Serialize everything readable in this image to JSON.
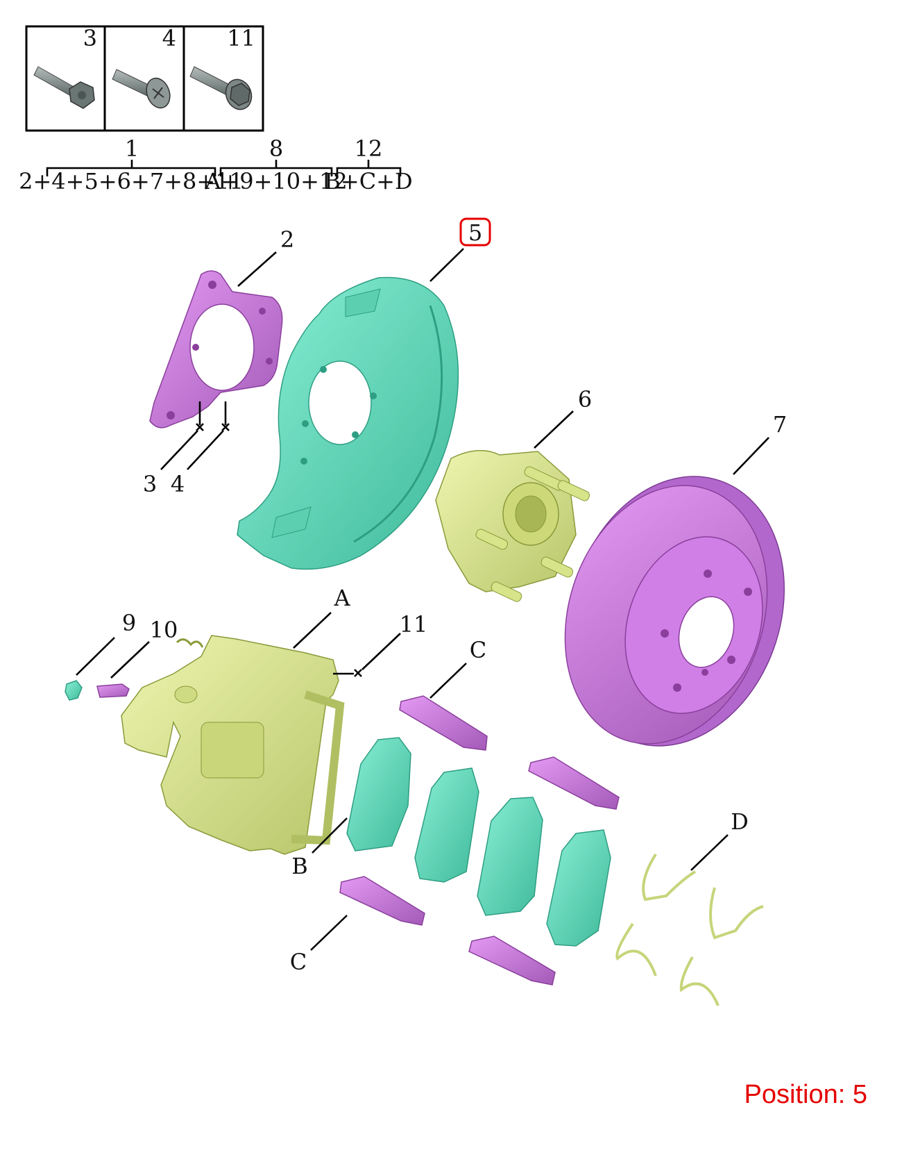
{
  "legend_boxes": [
    {
      "number": "3",
      "icon": "hex-bolt-icon"
    },
    {
      "number": "4",
      "icon": "countersunk-screw-icon"
    },
    {
      "number": "11",
      "icon": "flange-bolt-icon"
    }
  ],
  "kits": [
    {
      "number": "1",
      "contents": "2+4+5+6+7+8+11"
    },
    {
      "number": "8",
      "contents": "A+9+10+12"
    },
    {
      "number": "12",
      "contents": "B+C+D"
    }
  ],
  "callouts": {
    "c2": "2",
    "c5": "5",
    "c3": "3",
    "c4": "4",
    "c6": "6",
    "c7": "7",
    "cA": "A",
    "c9": "9",
    "c10": "10",
    "c11": "11",
    "cC1": "C",
    "cB": "B",
    "cC2": "C",
    "cD": "D"
  },
  "highlighted_part": "5",
  "highlight_color": "#e60000",
  "position_text": "Position: 5",
  "colors": {
    "magenta_parts": "#c47ad8",
    "teal_parts": "#6fe0c4",
    "yellow_parts": "#dbe88a"
  }
}
